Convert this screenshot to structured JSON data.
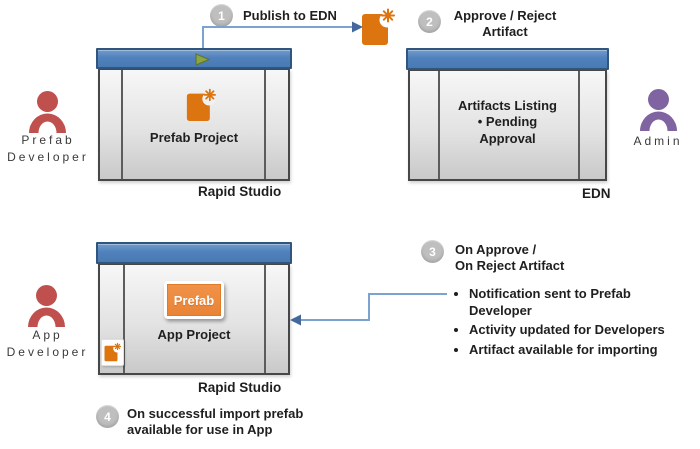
{
  "diagram": {
    "steps": {
      "s1": {
        "num": "1",
        "label": "Publish to EDN"
      },
      "s2": {
        "num": "2",
        "line1": "Approve / Reject",
        "line2": "Artifact"
      },
      "s3": {
        "num": "3",
        "line1": "On Approve /",
        "line2": "On Reject Artifact"
      },
      "s4": {
        "num": "4",
        "line1": "On successful import prefab",
        "line2": "available for use in App"
      }
    },
    "actors": {
      "prefab_dev": {
        "line1": "Prefab",
        "line2": "Developer"
      },
      "admin": {
        "line1": "Admin"
      },
      "app_dev": {
        "line1": "App",
        "line2": "Developer"
      }
    },
    "windows": {
      "rapid_studio_1": {
        "content": "Prefab Project",
        "caption": "Rapid Studio"
      },
      "edn": {
        "line1": "Artifacts Listing",
        "line2": "• Pending",
        "line3": "Approval",
        "caption": "EDN"
      },
      "rapid_studio_2": {
        "badge": "Prefab",
        "content": "App Project",
        "caption": "Rapid Studio"
      }
    },
    "notes": {
      "b1": "Notification sent to Prefab Developer",
      "b2": "Activity updated for Developers",
      "b3": "Artifact available for importing"
    },
    "colors": {
      "titlebar_blue": "#4F81BD",
      "accent_orange": "#DC740F",
      "actor_red": "#C0504D",
      "actor_purple": "#8064A2",
      "step_gray": "#BFBFBF",
      "arrow_blue": "#7BA3D0"
    }
  }
}
